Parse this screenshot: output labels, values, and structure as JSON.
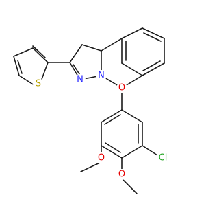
{
  "molecule": {
    "atoms": [
      {
        "id": "S",
        "symbol": "S",
        "color": "#b8a200"
      },
      {
        "id": "N1",
        "symbol": "N",
        "color": "#2929ff"
      },
      {
        "id": "N2",
        "symbol": "N",
        "color": "#2929ff"
      },
      {
        "id": "O_ring",
        "symbol": "O",
        "color": "#e60000"
      },
      {
        "id": "O_m1",
        "symbol": "O",
        "color": "#e60000"
      },
      {
        "id": "O_m2",
        "symbol": "O",
        "color": "#e60000"
      },
      {
        "id": "Cl",
        "symbol": "Cl",
        "color": "#1fa31f"
      }
    ],
    "substituents": {
      "methyl_1": "methoxy",
      "methyl_2": "methoxy"
    }
  }
}
